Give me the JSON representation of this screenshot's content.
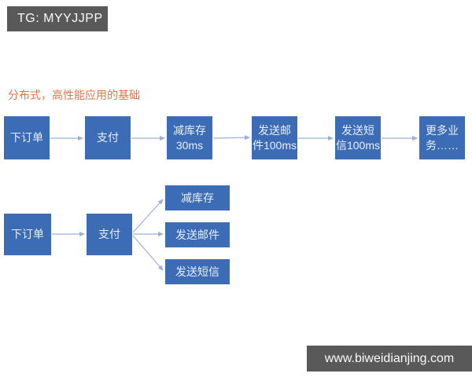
{
  "overlays": {
    "tg_label": "TG: MYYJJPP",
    "watermark": "www.biweidianjing.com"
  },
  "title": {
    "text": "分布式，高性能应用的基础"
  },
  "colors": {
    "node_blue": "#3B6CB5",
    "node_text": "#E9EFF8",
    "arrow": "#9AB1D6",
    "overlay_gray": "#595959",
    "title_orange": "#E0744A"
  },
  "flow_serial": {
    "nodes": [
      {
        "label": "下订单"
      },
      {
        "label": "支付"
      },
      {
        "label": "减库存\n30ms"
      },
      {
        "label": "发送邮\n件100ms"
      },
      {
        "label": "发送短\n信100ms"
      },
      {
        "label": "更多业\n务……"
      }
    ]
  },
  "flow_parallel": {
    "nodes": [
      {
        "label": "下订单"
      },
      {
        "label": "支付"
      }
    ],
    "branches": [
      {
        "label": "减库存"
      },
      {
        "label": "发送邮件"
      },
      {
        "label": "发送短信"
      }
    ]
  }
}
